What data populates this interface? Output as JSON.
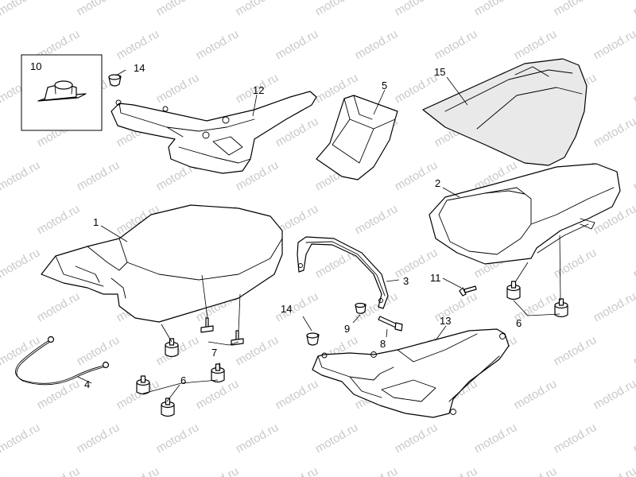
{
  "watermark": "motod.ru",
  "colors": {
    "line": "#000000",
    "watermark": "#c9c9c9",
    "background": "#ffffff"
  },
  "callouts": {
    "c1": "1",
    "c2": "2",
    "c3": "3",
    "c4": "4",
    "c5": "5",
    "c6a": "6",
    "c6b": "6",
    "c7": "7",
    "c8": "8",
    "c9": "9",
    "c10": "10",
    "c11": "11",
    "c12": "12",
    "c13": "13",
    "c14a": "14",
    "c14b": "14",
    "c15": "15"
  }
}
